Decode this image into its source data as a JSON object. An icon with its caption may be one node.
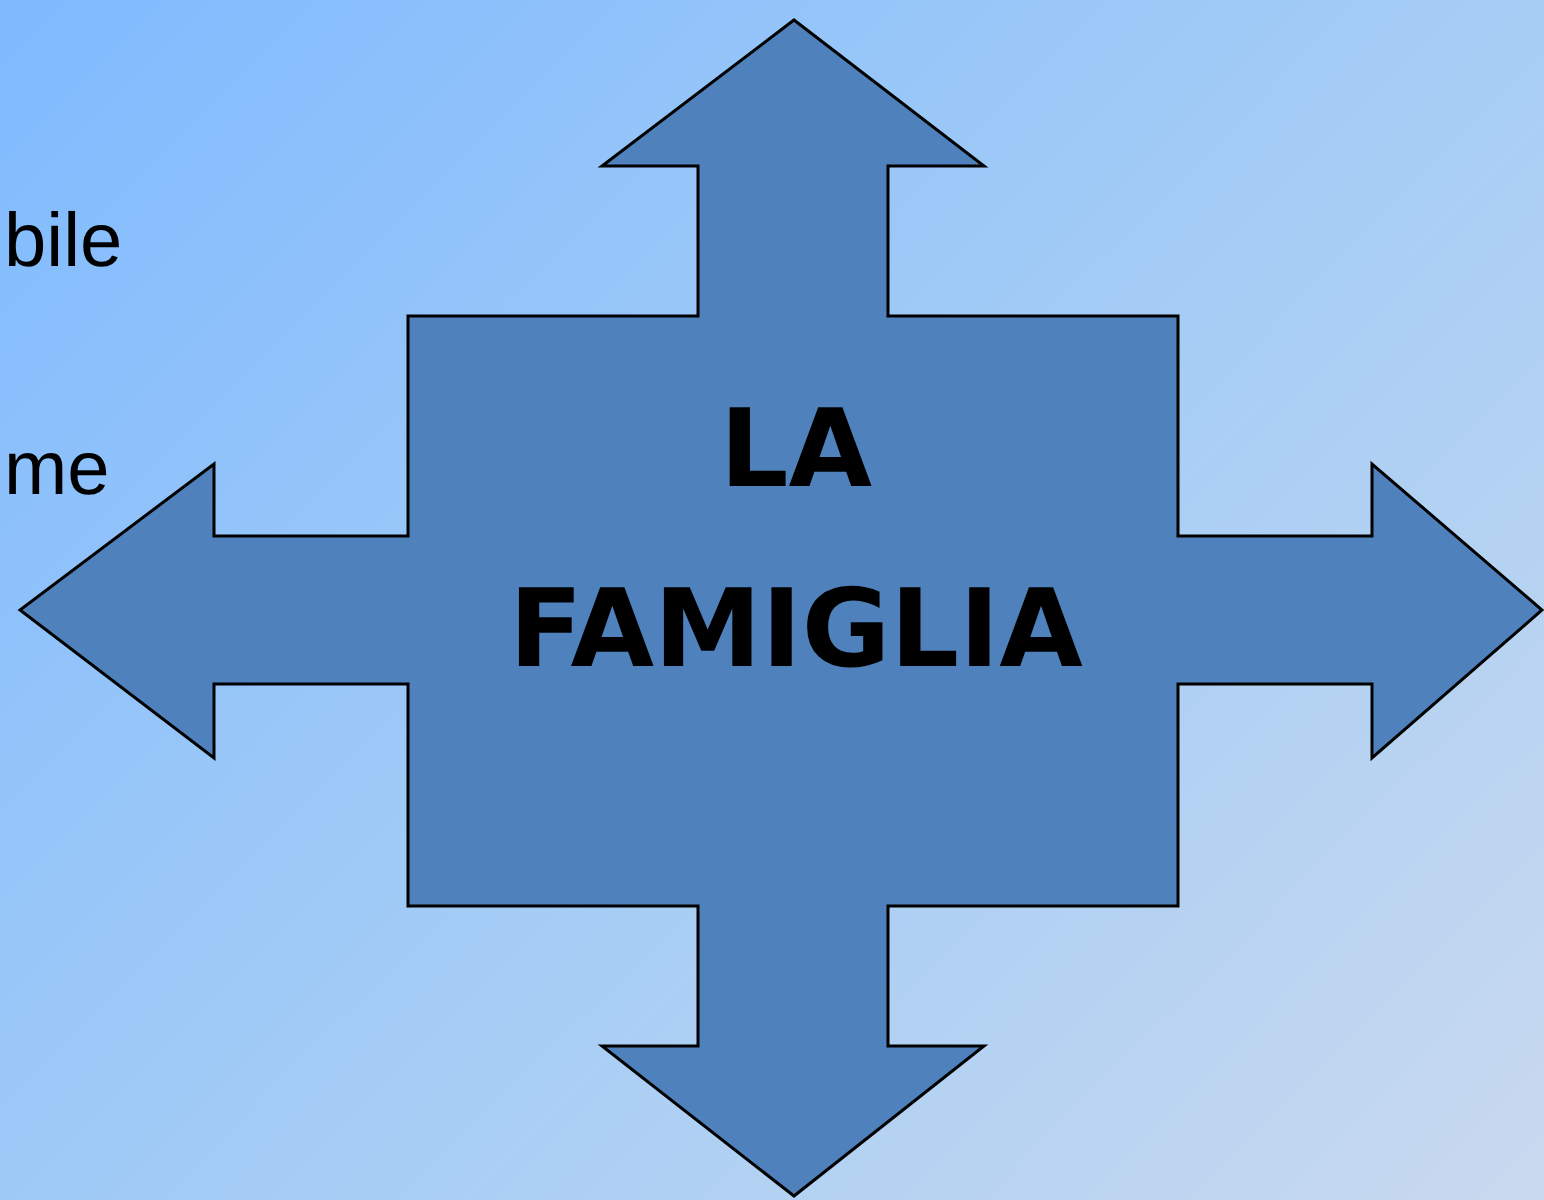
{
  "diagram": {
    "nodes": [
      {
        "text": [
          "LA FAMIGLIA"
        ]
      }
    ],
    "edges": [],
    "labels": [
      "bile",
      "me"
    ]
  }
}
